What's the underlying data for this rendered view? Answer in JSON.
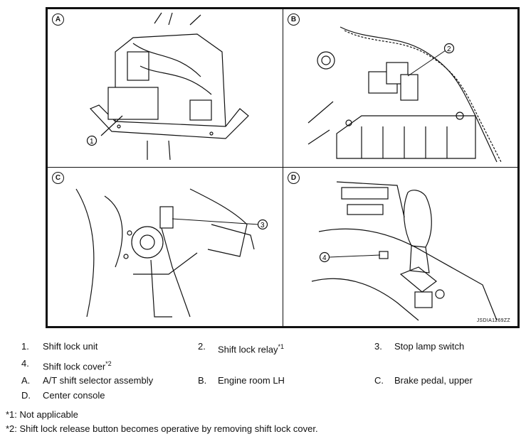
{
  "panels": [
    {
      "id": "A",
      "callout": "1"
    },
    {
      "id": "B",
      "callout": "2"
    },
    {
      "id": "C",
      "callout": "3"
    },
    {
      "id": "D",
      "callout": "4"
    }
  ],
  "figure_code": "JSDIA1269ZZ",
  "legend": {
    "items": [
      {
        "key": "1.",
        "text": "Shift lock unit",
        "sup": ""
      },
      {
        "key": "2.",
        "text": "Shift lock relay",
        "sup": "*1"
      },
      {
        "key": "3.",
        "text": "Stop lamp switch",
        "sup": ""
      },
      {
        "key": "4.",
        "text": "Shift lock cover",
        "sup": "*2"
      },
      {
        "key": "A.",
        "text": "A/T shift selector assembly",
        "sup": ""
      },
      {
        "key": "B.",
        "text": "Engine room LH",
        "sup": ""
      },
      {
        "key": "C.",
        "text": "Brake pedal, upper",
        "sup": ""
      },
      {
        "key": "D.",
        "text": "Center console",
        "sup": ""
      }
    ]
  },
  "notes": [
    "*1: Not applicable",
    "*2: Shift lock release button becomes operative by removing shift lock cover."
  ]
}
